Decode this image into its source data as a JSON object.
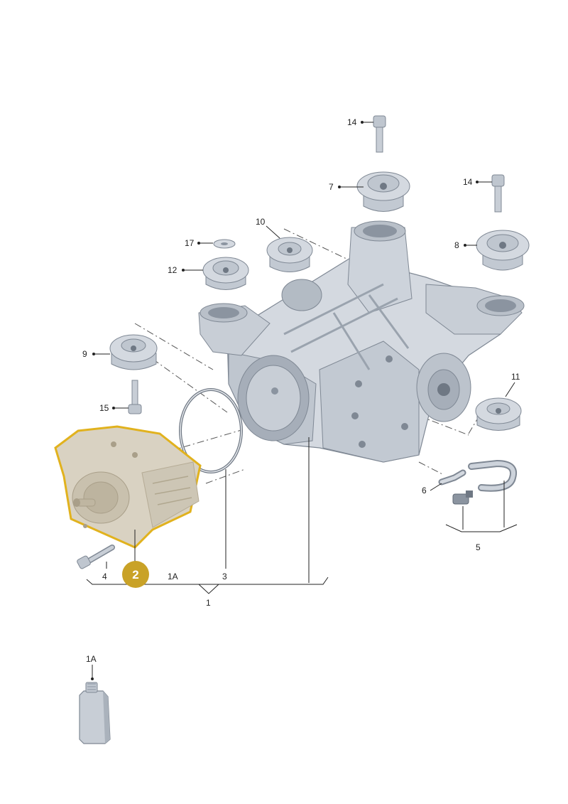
{
  "callouts": {
    "c14a": "14",
    "c14b": "14",
    "c7": "7",
    "c8": "8",
    "c10": "10",
    "c17": "17",
    "c12": "12",
    "c9": "9",
    "c15": "15",
    "c11": "11",
    "c6": "6",
    "c5": "5",
    "c4": "4",
    "c3": "3",
    "c1a": "1A",
    "c1": "1",
    "c1a_bottle": "1A"
  },
  "highlight": {
    "label": "2",
    "color": "#c9a227"
  },
  "colors": {
    "part_fill": "#d4d9e0",
    "part_shadow": "#a6aeb9",
    "part_dark": "#8b94a0",
    "pump_fill": "#d9d2c2",
    "pump_outline": "#e1b21e"
  }
}
